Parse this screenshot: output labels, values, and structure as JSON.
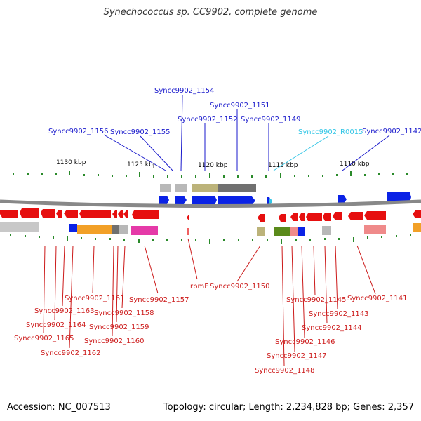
{
  "title": "Synechococcus sp. CC9902, complete genome",
  "footer": {
    "accession": "Accession: NC_007513",
    "topology": "Topology: circular; Length: 2,234,828 bp; Genes: 2,357"
  },
  "colors": {
    "top_label": "#1a1acc",
    "top_label_rna": "#33c6e6",
    "bottom_label": "#cc1a1a",
    "plus_strand": "#0a22e6",
    "minus_strand": "#e60f0f",
    "backbone": "#888888",
    "tick": "#2a8a2a"
  },
  "scale_labels": [
    {
      "id": "kbp-1130",
      "text": "1130 kbp"
    },
    {
      "id": "kbp-1125",
      "text": "1125 kbp"
    },
    {
      "id": "kbp-1120",
      "text": "1120 kbp"
    },
    {
      "id": "kbp-1115",
      "text": "1115 kbp"
    },
    {
      "id": "kbp-1110",
      "text": "1110 kbp"
    }
  ],
  "top_genes": [
    {
      "id": "1156",
      "text": "Syncc9902_1156"
    },
    {
      "id": "1155",
      "text": "Syncc9902_1155"
    },
    {
      "id": "1154",
      "text": "Syncc9902_1154"
    },
    {
      "id": "1152",
      "text": "Syncc9902_1152"
    },
    {
      "id": "1151",
      "text": "Syncc9902_1151"
    },
    {
      "id": "1149",
      "text": "Syncc9902_1149"
    },
    {
      "id": "R0015",
      "text": "Syncc9902_R0015"
    },
    {
      "id": "1142",
      "text": "Syncc9902_1142"
    }
  ],
  "bottom_genes": [
    {
      "id": "1161",
      "text": "Syncc9902_1161"
    },
    {
      "id": "1163",
      "text": "Syncc9902_1163"
    },
    {
      "id": "1164",
      "text": "Syncc9902_1164"
    },
    {
      "id": "1165",
      "text": "Syncc9902_1165"
    },
    {
      "id": "1162",
      "text": "Syncc9902_1162"
    },
    {
      "id": "1158",
      "text": "Syncc9902_1158"
    },
    {
      "id": "1159",
      "text": "Syncc9902_1159"
    },
    {
      "id": "1160",
      "text": "Syncc9902_1160"
    },
    {
      "id": "1157",
      "text": "Syncc9902_1157"
    },
    {
      "id": "rpmF",
      "text": "rpmF"
    },
    {
      "id": "1150",
      "text": "Syncc9902_1150"
    },
    {
      "id": "1145",
      "text": "Syncc9902_1145"
    },
    {
      "id": "1143",
      "text": "Syncc9902_1143"
    },
    {
      "id": "1144",
      "text": "Syncc9902_1144"
    },
    {
      "id": "1146",
      "text": "Syncc9902_1146"
    },
    {
      "id": "1147",
      "text": "Syncc9902_1147"
    },
    {
      "id": "1148",
      "text": "Syncc9902_1148"
    },
    {
      "id": "1141",
      "text": "Syncc9902_1141"
    }
  ]
}
